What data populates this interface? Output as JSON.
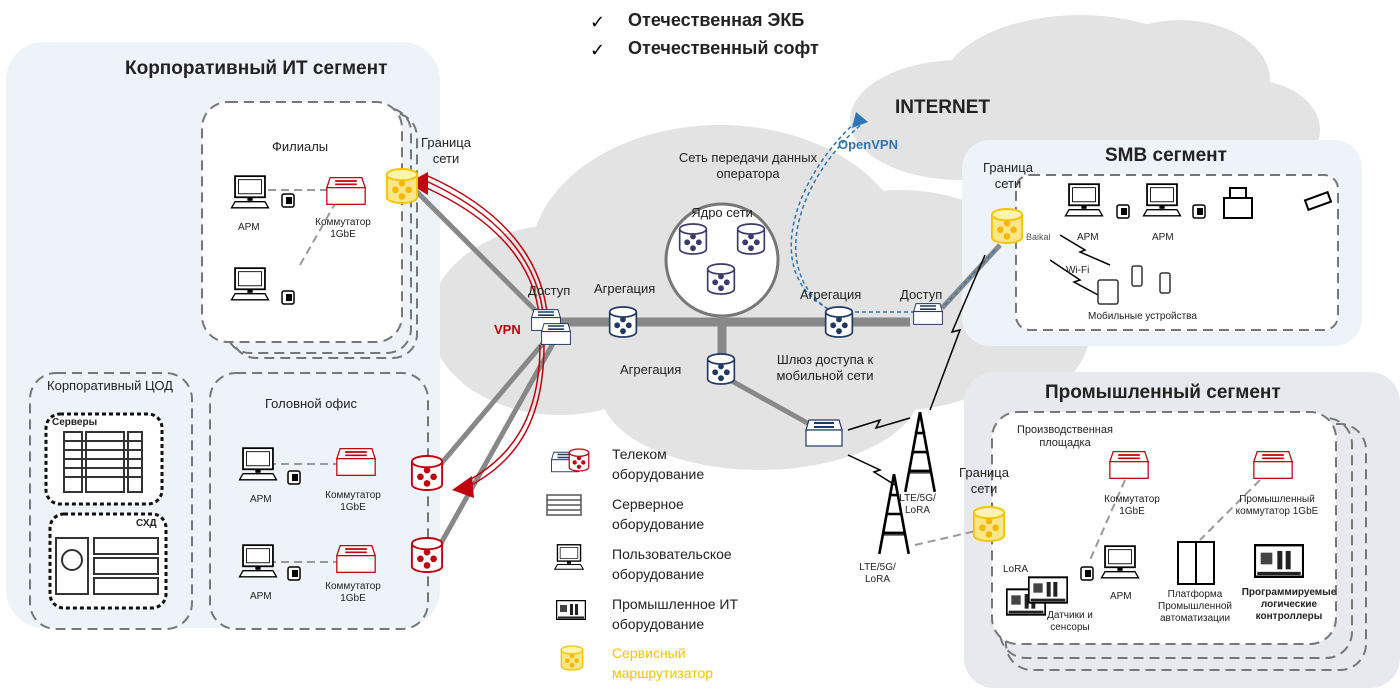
{
  "header": {
    "bullets": [
      {
        "icon": "check-icon",
        "text": "Отечественная ЭКБ"
      },
      {
        "icon": "check-icon",
        "text": "Отечественный софт"
      }
    ]
  },
  "internet": {
    "label": "INTERNET",
    "tunnel_label": "OpenVPN"
  },
  "operator": {
    "title": "Сеть передачи данных оператора",
    "core_label": "Ядро сети",
    "access_left": "Доступ",
    "aggregation_left": "Агрегация",
    "aggregation_right": "Агрегация",
    "aggregation_bottom": "Агрегация",
    "access_right": "Доступ",
    "mobile_gateway": "Шлюз доступа к мобильной сети",
    "vpn_label": "VPN",
    "tower_1": "LTE/5G/ LoRA",
    "tower_2": "LTE/5G/ LoRA"
  },
  "corporate": {
    "title": "Корпоративный ИТ сегмент",
    "border_label": "Граница сети",
    "branches": {
      "title": "Филиалы",
      "workstation": "АРМ",
      "switch": "Коммутатор 1GbE"
    },
    "datacenter": {
      "title": "Корпоративный ЦОД",
      "servers": "Серверы",
      "storage": "СХД"
    },
    "head_office": {
      "title": "Головной офис",
      "workstation_1": "АРМ",
      "workstation_2": "АРМ",
      "switch_1": "Коммутатор 1GbE",
      "switch_2": "Коммутатор 1GbE"
    }
  },
  "smb": {
    "title": "SMB сегмент",
    "border_label": "Граница сети",
    "workstation_1": "АРМ",
    "workstation_2": "АРМ",
    "wifi": "Wi-Fi",
    "mobile": "Мобильные устройства",
    "router_brand": "Baikal"
  },
  "industrial": {
    "title": "Промышленный сегмент",
    "site": "Производственная площадка",
    "border_label": "Граница сети",
    "switch": "Коммутатор 1GbE",
    "industrial_switch": "Промышленный коммутатор 1GbE",
    "workstation": "АРМ",
    "lora": "LoRA",
    "sensors": "Датчики и сенсоры",
    "platform": "Платформа Промышленной автоматизации",
    "plc": "Программируемые логические контроллеры"
  },
  "legend": [
    {
      "icon": "telecom-equipment-icon",
      "text": "Телеком оборудование"
    },
    {
      "icon": "server-equipment-icon",
      "text": "Серверное оборудование"
    },
    {
      "icon": "user-equipment-icon",
      "text": "Пользовательское оборудование"
    },
    {
      "icon": "industrial-it-icon",
      "text": "Промышленное ИТ оборудование"
    },
    {
      "icon": "service-router-icon",
      "text": "Сервисный маршрутизатор"
    }
  ],
  "colors": {
    "service_router": "#f5c400",
    "telecom_red": "#c0000c",
    "core_blue": "#1f3864",
    "openvpn": "#2e75b6",
    "segment_bg": "#eef3f9"
  }
}
